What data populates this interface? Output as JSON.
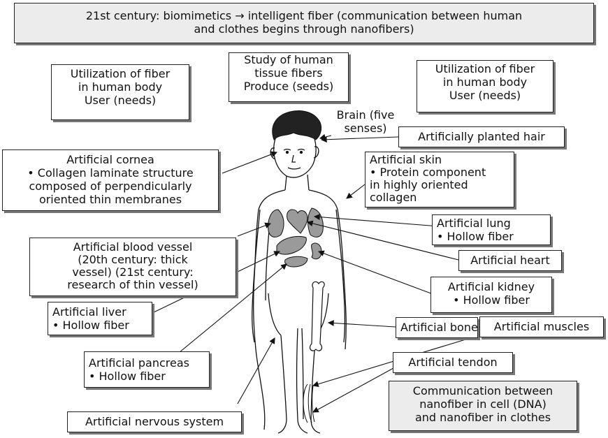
{
  "header": {
    "line1": "21st century: biomimetics → intelligent fiber (communication between human",
    "line2": "and clothes begins through nanofibers)"
  },
  "top_left": [
    "Utilization of fiber",
    "in human body",
    "User (needs)"
  ],
  "top_center": [
    "Study of human",
    "tissue fibers",
    "Produce (seeds)"
  ],
  "top_right": [
    "Utilization of fiber",
    "in human body",
    "User (needs)"
  ],
  "brain": [
    "Brain (five",
    "senses)"
  ],
  "labels": {
    "hair": "Artificially planted hair",
    "cornea": [
      "Artificial  cornea",
      "• Collagen laminate structure",
      "composed of perpendicularly",
      "oriented thin membranes"
    ],
    "skin": [
      "Artificial skin",
      "• Protein component",
      "in highly oriented",
      "collagen"
    ],
    "lung": [
      "Artificial lung",
      "• Hollow fiber"
    ],
    "vessel": [
      "Artificial blood vessel",
      "(20th century: thick",
      "vessel) (21st century:",
      "research of thin vessel)"
    ],
    "heart": "Artificial heart",
    "kidney": [
      "Artificial kidney",
      "• Hollow fiber"
    ],
    "liver": [
      "Artificial liver",
      "• Hollow fiber"
    ],
    "bone": "Artificial bone",
    "muscles": "Artificial muscles",
    "pancreas": [
      "Artificial pancreas",
      "• Hollow fiber"
    ],
    "tendon": "Artificial tendon",
    "nervous": "Artificial nervous system"
  },
  "bottom_right": [
    "Communication between",
    "nanofiber in cell (DNA)",
    "and nanofiber in clothes"
  ]
}
